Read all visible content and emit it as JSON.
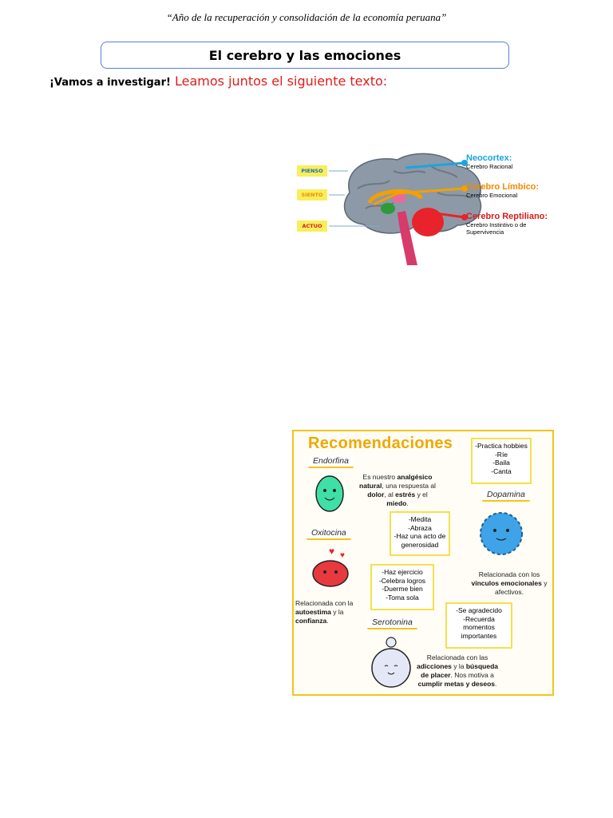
{
  "header": {
    "motto": "“Año de la recuperación y consolidación de la economía peruana”",
    "title": "El cerebro y las emociones"
  },
  "intro": {
    "lead": "¡Vamos a investigar!",
    "instruction": "Leamos juntos el siguiente texto:"
  },
  "brain": {
    "tags": [
      "PIENSO",
      "SIENTO",
      "ACTUO"
    ],
    "labels": [
      {
        "name": "Neocortex:",
        "sub": "Cerebro Racional",
        "color": "#1aa5e0"
      },
      {
        "name": "Cerebro Límbico:",
        "sub": "Cerebro Emocional",
        "color": "#f08a00"
      },
      {
        "name": "Cerebro Reptiliano:",
        "sub": "Cerebro Instintivo o de Supervivencia",
        "color": "#d91c1c"
      }
    ]
  },
  "recommendations": {
    "title": "Recomendaciones",
    "endorfina": {
      "name": "Endorfina",
      "desc_pre": "Es nuestro ",
      "desc_b1": "analgésico natural",
      "desc_mid": ", una respuesta al ",
      "desc_b2": "dolor",
      "desc_mid2": ", al ",
      "desc_b3": "estrés",
      "desc_mid3": " y el ",
      "desc_b4": "miedo",
      "desc_end": ".",
      "tips": [
        "-Practica hobbies",
        "-Ríe",
        "-Baila",
        "-Canta"
      ]
    },
    "dopamina": {
      "name": "Dopamina",
      "desc_pre": "Relacionada con los ",
      "desc_b1": "vínculos emocionales",
      "desc_mid": " y ",
      "desc_b2": "afectivos",
      "desc_end": ".",
      "tips": [
        "-Medita",
        "-Abraza",
        "-Haz una acto de generosidad"
      ]
    },
    "oxitocina": {
      "name": "Oxitocina",
      "desc_pre": "Relacionada con la ",
      "desc_b1": "autoestima",
      "desc_mid": " y la ",
      "desc_b2": "confianza",
      "desc_end": ".",
      "tips": [
        "-Haz ejercicio",
        "-Celebra logros",
        "-Duerme bien",
        "-Toma sola"
      ]
    },
    "serotonina": {
      "name": "Serotonina",
      "desc_pre": "Relacionada con las ",
      "desc_b1": "adicciones",
      "desc_mid": " y la ",
      "desc_b2": "búsqueda de placer",
      "desc_mid2": ". Nos motiva a ",
      "desc_b3": "cumplir metas y deseos",
      "desc_end": ".",
      "tips": [
        "-Se agradecido",
        "-Recuerda momentos importantes"
      ]
    }
  }
}
